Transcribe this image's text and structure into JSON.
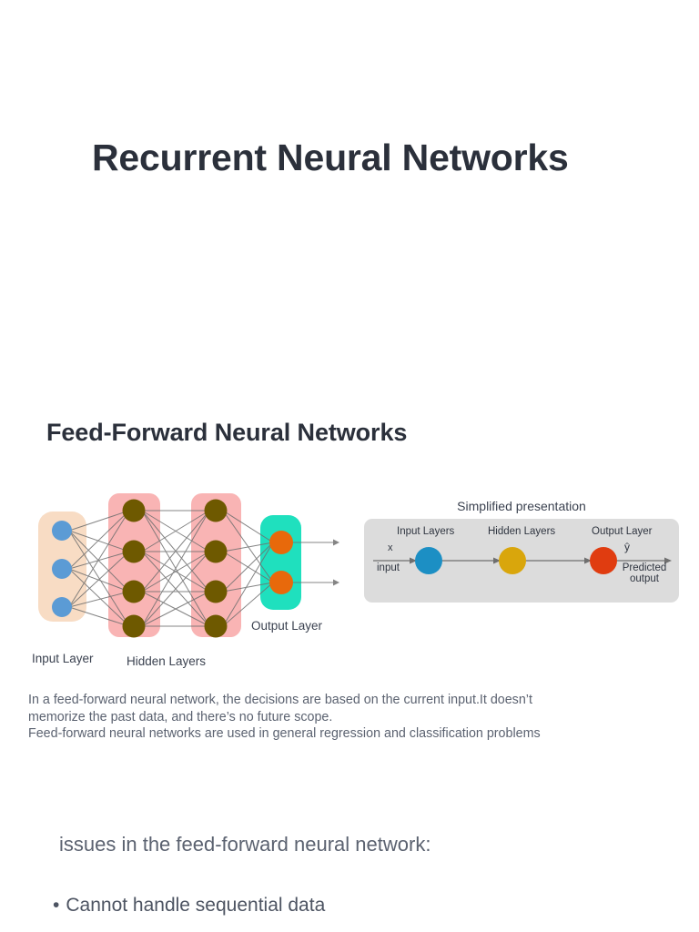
{
  "slide": {
    "title": "Recurrent Neural Networks",
    "section_heading": "Feed-Forward Neural Networks"
  },
  "figure_ffnn": {
    "input_layer_label": "Input Layer",
    "hidden_layers_label": "Hidden Layers",
    "output_layer_label": "Output Layer",
    "colors": {
      "input_box": "#f8dcc4",
      "hidden_box": "#f9b4b4",
      "output_box": "#1fe0be",
      "input_node": "#5b9bd5",
      "hidden_node": "#6e5900",
      "output_node": "#e8690b",
      "edge": "#6f6f6f"
    },
    "node_counts": {
      "input": 3,
      "hidden_1": 4,
      "hidden_2": 4,
      "output": 2
    }
  },
  "figure_simplified": {
    "title": "Simplified presentation",
    "input_layers_label": "Input Layers",
    "hidden_layers_label": "Hidden Layers",
    "output_layer_label": "Output Layer",
    "input_symbol": "x",
    "input_word": "input",
    "output_symbol": "ŷ",
    "output_caption": "Predicted\noutput",
    "colors": {
      "panel": "#dcdcdc",
      "input_node": "#1c8fc4",
      "hidden_node": "#d9a60c",
      "output_node": "#e03c10",
      "arrow": "#6f6f6f"
    }
  },
  "body": {
    "line_1": "In a feed-forward neural network, the decisions are based on the current input.It doesn’t",
    "line_2": "memorize the past data, and there’s no future scope.",
    "line_3": "Feed-forward neural networks are used in general regression and classification problems"
  },
  "issues": {
    "heading": "issues in the feed-forward neural network:",
    "bullet_char": "•",
    "items": [
      "Cannot handle sequential data"
    ]
  }
}
